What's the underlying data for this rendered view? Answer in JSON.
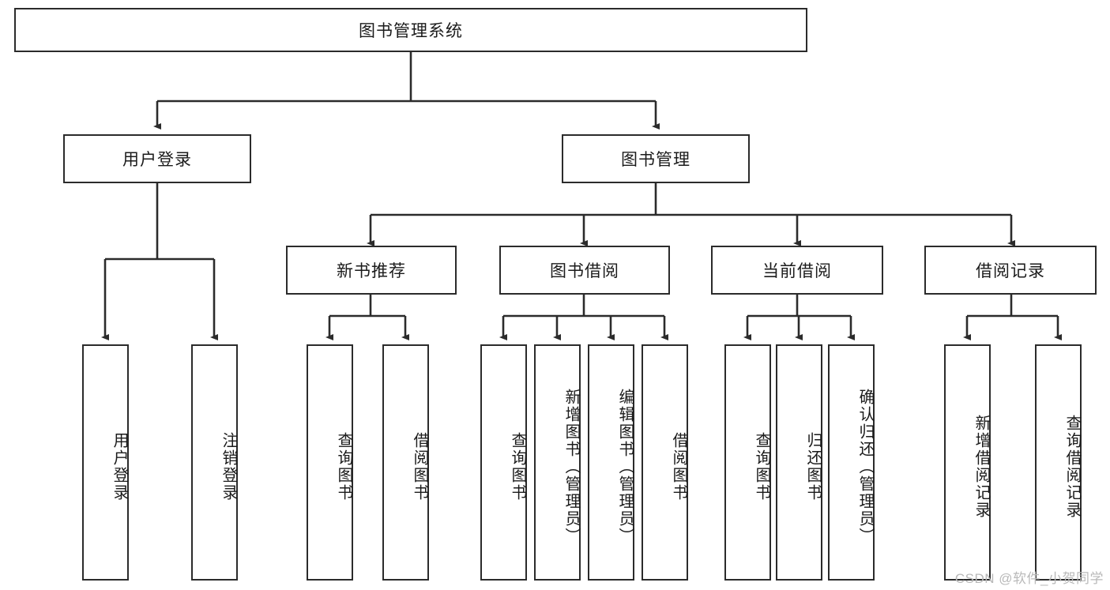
{
  "diagram": {
    "type": "tree",
    "title": "图书管理系统",
    "watermark": "CSDN @软件_小贺同学",
    "line_color": "#2b2b2b",
    "text_color": "#1b1b1b",
    "background": "#ffffff",
    "levels": {
      "root": {
        "label": "图书管理系统"
      },
      "level2": [
        {
          "id": "user-login",
          "label": "用户登录"
        },
        {
          "id": "book-manage",
          "label": "图书管理"
        }
      ],
      "level3": [
        {
          "id": "new-book-recommend",
          "label": "新书推荐",
          "parent": "book-manage"
        },
        {
          "id": "book-borrow",
          "label": "图书借阅",
          "parent": "book-manage"
        },
        {
          "id": "current-borrow",
          "label": "当前借阅",
          "parent": "book-manage"
        },
        {
          "id": "borrow-record",
          "label": "借阅记录",
          "parent": "book-manage"
        }
      ],
      "leaves": [
        {
          "id": "leaf-user-login",
          "label": "用户登录",
          "parent": "user-login"
        },
        {
          "id": "leaf-logout-login",
          "label": "注销登录",
          "parent": "user-login"
        },
        {
          "id": "leaf-query-book-1",
          "label": "查询图书",
          "parent": "new-book-recommend"
        },
        {
          "id": "leaf-borrow-book-1",
          "label": "借阅图书",
          "parent": "new-book-recommend"
        },
        {
          "id": "leaf-query-book-2",
          "label": "查询图书",
          "parent": "book-borrow"
        },
        {
          "id": "leaf-add-book",
          "label": "新增图书（管理员）",
          "parent": "book-borrow"
        },
        {
          "id": "leaf-edit-book",
          "label": "编辑图书（管理员）",
          "parent": "book-borrow"
        },
        {
          "id": "leaf-borrow-book-2",
          "label": "借阅图书",
          "parent": "book-borrow"
        },
        {
          "id": "leaf-query-book-3",
          "label": "查询图书",
          "parent": "current-borrow"
        },
        {
          "id": "leaf-return-book",
          "label": "归还图书",
          "parent": "current-borrow"
        },
        {
          "id": "leaf-confirm-return",
          "label": "确认归还（管理员）",
          "parent": "current-borrow"
        },
        {
          "id": "leaf-add-record",
          "label": "新增借阅记录",
          "parent": "borrow-record"
        },
        {
          "id": "leaf-query-record",
          "label": "查询借阅记录",
          "parent": "borrow-record"
        }
      ]
    }
  }
}
